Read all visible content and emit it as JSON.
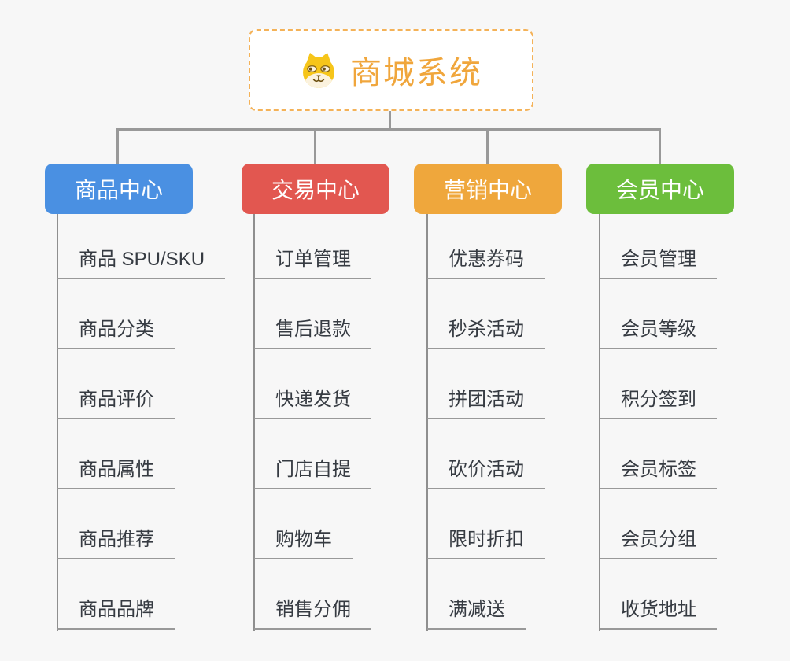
{
  "root": {
    "title": "商城系统",
    "icon": "dog-face-icon",
    "accent_color": "#f0a63c",
    "border_color": "#f4b258"
  },
  "connector_color": "#999999",
  "background_color": "#f7f7f7",
  "branches": [
    {
      "label": "商品中心",
      "color": "#4a90e2",
      "items": [
        "商品 SPU/SKU",
        "商品分类",
        "商品评价",
        "商品属性",
        "商品推荐",
        "商品品牌"
      ]
    },
    {
      "label": "交易中心",
      "color": "#e25750",
      "items": [
        "订单管理",
        "售后退款",
        "快递发货",
        "门店自提",
        "购物车",
        "销售分佣"
      ]
    },
    {
      "label": "营销中心",
      "color": "#efa73c",
      "items": [
        "优惠券码",
        "秒杀活动",
        "拼团活动",
        "砍价活动",
        "限时折扣",
        "满减送"
      ]
    },
    {
      "label": "会员中心",
      "color": "#6cbe3c",
      "items": [
        "会员管理",
        "会员等级",
        "积分签到",
        "会员标签",
        "会员分组",
        "收货地址"
      ]
    }
  ]
}
